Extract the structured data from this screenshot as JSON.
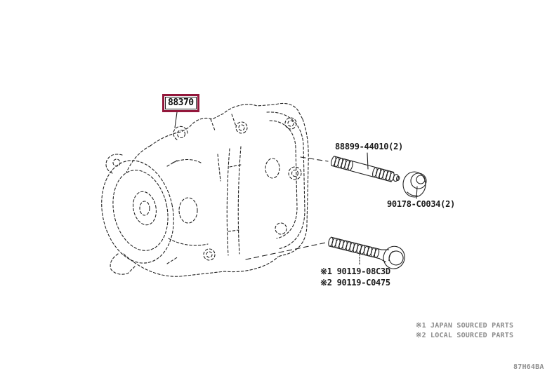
{
  "page": {
    "figure_code": "87H64BA",
    "colors": {
      "callout_border": "#93173B",
      "line_art": "#222222",
      "footnote_gray": "#8C8C8C",
      "background": "#FFFFFF"
    }
  },
  "callout": {
    "part_number": "88370"
  },
  "part_labels": {
    "stud_bolt": "88899-44010(2)",
    "flange_nut": "90178-C0034(2)",
    "mount_bolt_japan": "※1 90119-08C3D",
    "mount_bolt_local": "※2 90119-C0475"
  },
  "footnotes": {
    "line1": "※1 JAPAN SOURCED PARTS",
    "line2": "※2 LOCAL SOURCED PARTS"
  },
  "drawing": {
    "main_assembly": "ac-compressor-assembly",
    "fasteners": [
      "stud-bolt",
      "flange-nut",
      "mount-bolt"
    ]
  }
}
